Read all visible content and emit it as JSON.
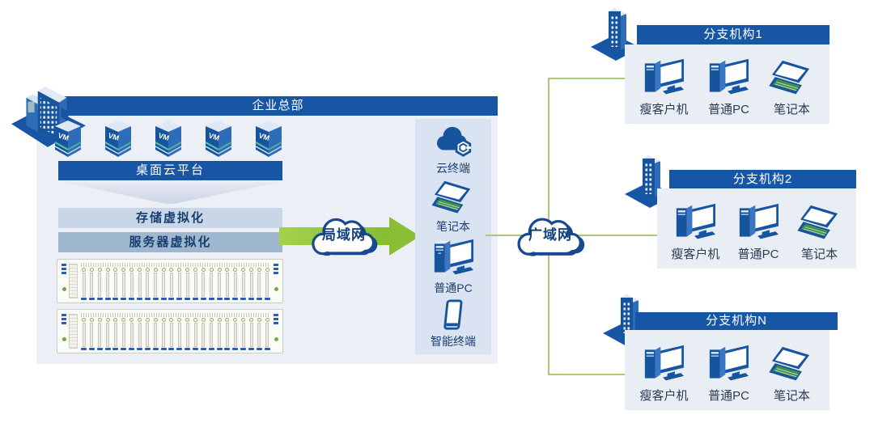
{
  "hq": {
    "title": "企业总部",
    "vm_label": "VM",
    "vm_count": 5,
    "platform_bar": "桌面云平台",
    "storage_bar": "存储虚拟化",
    "server_bar": "服务器虚拟化",
    "rack_count": 2,
    "blade_count": 24
  },
  "lan_cloud": {
    "label": "局域网"
  },
  "wan_cloud": {
    "label": "广域网"
  },
  "terminals": {
    "items": [
      {
        "label": "云终端",
        "icon": "cloud-terminal-icon"
      },
      {
        "label": "笔记本",
        "icon": "laptop-icon"
      },
      {
        "label": "普通PC",
        "icon": "desktop-pc-icon"
      },
      {
        "label": "智能终端",
        "icon": "smartphone-icon"
      }
    ]
  },
  "branches": [
    {
      "title": "分支机构1",
      "devices": [
        {
          "label": "瘦客户机"
        },
        {
          "label": "普通PC"
        },
        {
          "label": "笔记本"
        }
      ]
    },
    {
      "title": "分支机构2",
      "devices": [
        {
          "label": "瘦客户机"
        },
        {
          "label": "普通PC"
        },
        {
          "label": "笔记本"
        }
      ]
    },
    {
      "title": "分支机构N",
      "devices": [
        {
          "label": "瘦客户机"
        },
        {
          "label": "普通PC"
        },
        {
          "label": "笔记本"
        }
      ]
    }
  ],
  "colors": {
    "primary_blue": "#1656a5",
    "mid_blue": "#2f6cb8",
    "panel_bg": "#ecf0f6",
    "mid_panel_bg": "#d9e3f1",
    "storage_bar_bg": "#c9d6e8",
    "server_bar_bg": "#9fb6cf",
    "arrow_green": "#8dc63f",
    "line_green": "#abc873",
    "keyboard_green": "#3f9149",
    "cloud_outline": "#16498f"
  }
}
